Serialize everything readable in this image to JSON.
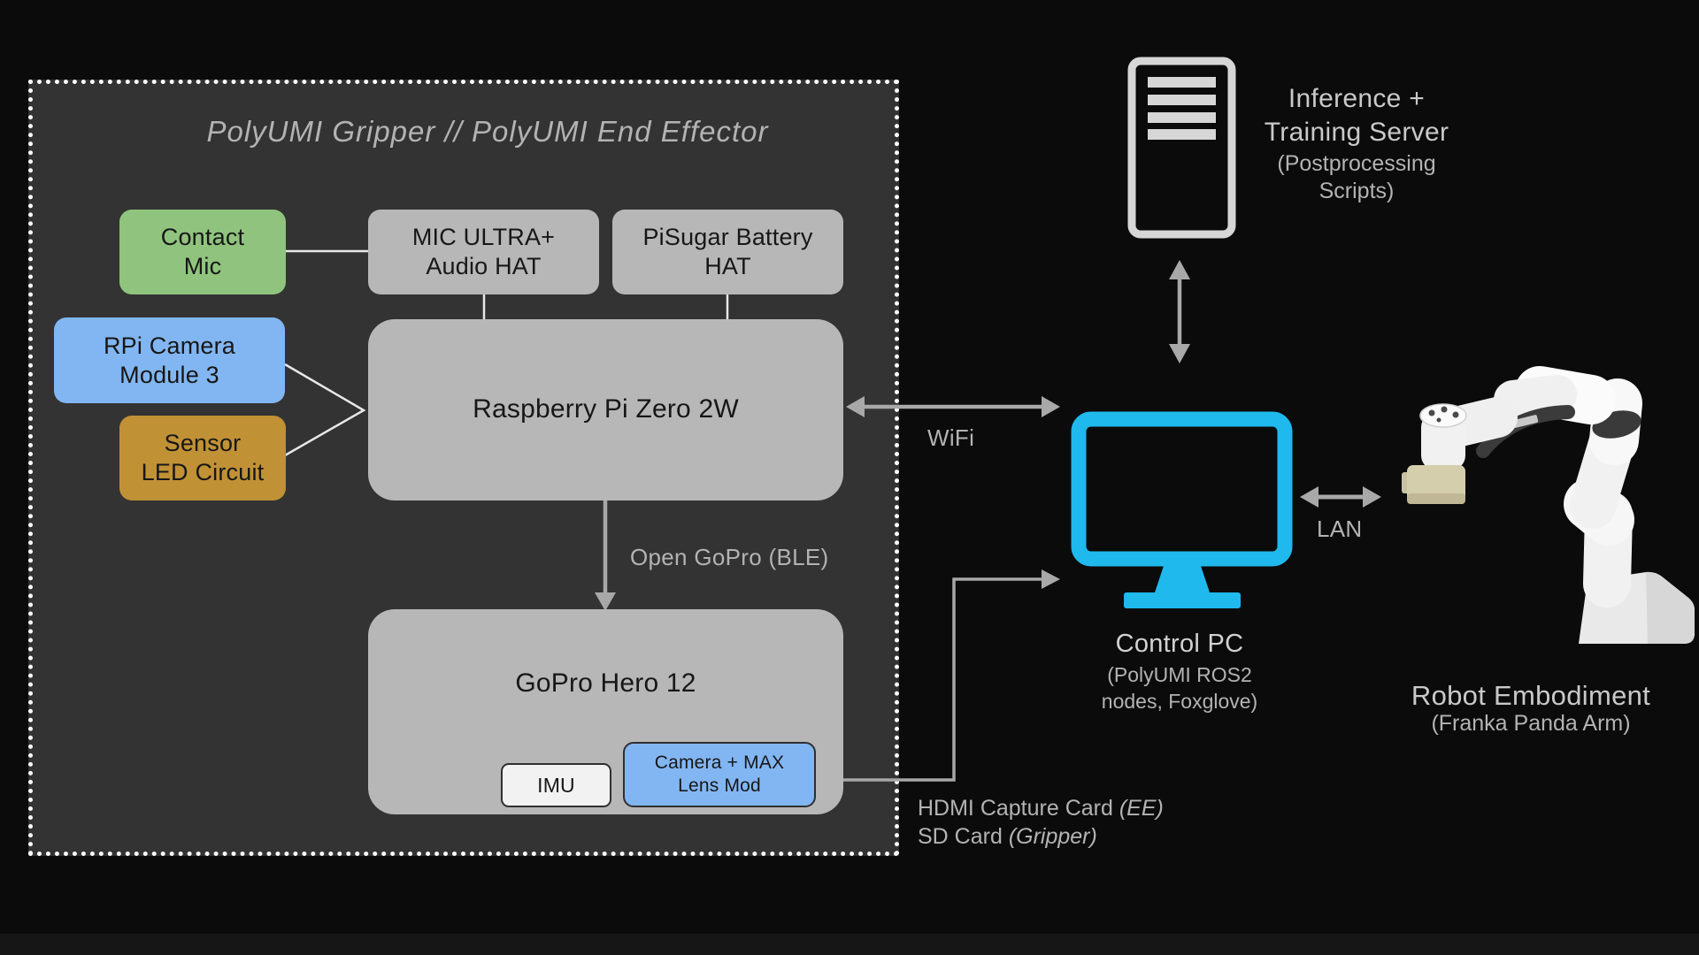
{
  "palette": {
    "bg": "#0b0b0b",
    "panel-bg": "#333333",
    "panel-border": "#ffffff",
    "box-gray": "#b7b7b7",
    "box-green": "#90c47e",
    "box-blue": "#82b6f2",
    "box-gold": "#c19135",
    "box-white": "#f2f2f2",
    "box-text": "#171717",
    "line": "#e8e8e8",
    "arrow": "#a8a8a8",
    "label": "#b3b3b3",
    "label-bright": "#d2d2d2",
    "accent-cyan": "#1fb9ed",
    "icon-gray": "#d6d6d6"
  },
  "gripper_panel": {
    "title": "PolyUMI Gripper // PolyUMI End Effector",
    "nodes": {
      "contact_mic": "Contact\nMic",
      "audio_hat": "MIC ULTRA+\nAudio HAT",
      "battery_hat": "PiSugar Battery\nHAT",
      "rpi_camera": "RPi Camera\nModule 3",
      "sensor_led": "Sensor\nLED Circuit",
      "rpi_zero": "Raspberry Pi Zero 2W",
      "gopro": "GoPro Hero 12",
      "imu": "IMU",
      "camera_max": "Camera + MAX\nLens Mod"
    }
  },
  "connections": {
    "ble": "Open GoPro (BLE)",
    "wifi": "WiFi",
    "lan": "LAN",
    "hdmi_line1": {
      "text": "HDMI Capture Card ",
      "detail": "(EE)"
    },
    "hdmi_line2": {
      "text": "SD Card ",
      "detail": "(Gripper)"
    }
  },
  "server": {
    "title": "Inference +\nTraining Server",
    "subtitle": "(Postprocessing\nScripts)"
  },
  "control_pc": {
    "title": "Control PC",
    "subtitle": "(PolyUMI ROS2\nnodes, Foxglove)"
  },
  "robot": {
    "title": "Robot Embodiment",
    "subtitle": "(Franka Panda Arm)"
  }
}
